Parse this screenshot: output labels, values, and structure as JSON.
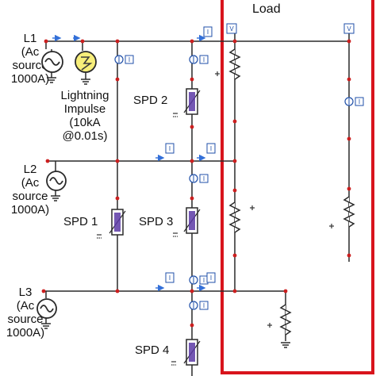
{
  "load": {
    "title": "Load"
  },
  "sources": [
    {
      "name": "L1",
      "line1": "(Ac",
      "line2": "source",
      "line3": "1000A)"
    },
    {
      "name": "L2",
      "line1": "(Ac",
      "line2": "source",
      "line3": "1000A)"
    },
    {
      "name": "L3",
      "line1": "(Ac",
      "line2": "source",
      "line3": "1000A)"
    }
  ],
  "impulse": {
    "line1": "Lightning",
    "line2": "Impulse",
    "line3": "(10kA",
    "line4": "@0.01s)"
  },
  "spds": [
    {
      "label": "SPD 1",
      "tag": "MOV"
    },
    {
      "label": "SPD 2",
      "tag": "MOV"
    },
    {
      "label": "SPD 3",
      "tag": "MOV"
    },
    {
      "label": "SPD 4",
      "tag": "MOV"
    }
  ],
  "probes": {
    "current": "I",
    "voltage": "V"
  },
  "colors": {
    "wire": "#2a2a2a",
    "node": "#cc1f1f",
    "load_border": "#d8141c",
    "probe": "#1f4fa8",
    "spd_fill": "#5c3aa6",
    "arrow": "#3470d8"
  }
}
